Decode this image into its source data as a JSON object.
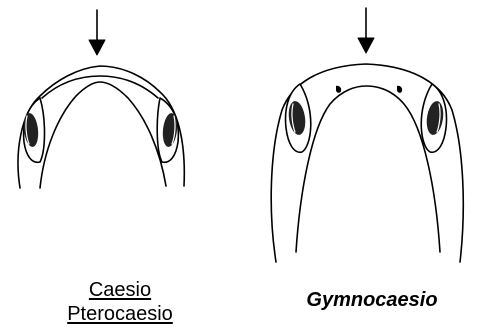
{
  "labels": {
    "left_line1": "Caesio",
    "left_line2": "Pterocaesio",
    "right": "Gymnocaesio"
  },
  "colors": {
    "ink": "#000000",
    "eye": "#222222",
    "background": "#ffffff"
  }
}
